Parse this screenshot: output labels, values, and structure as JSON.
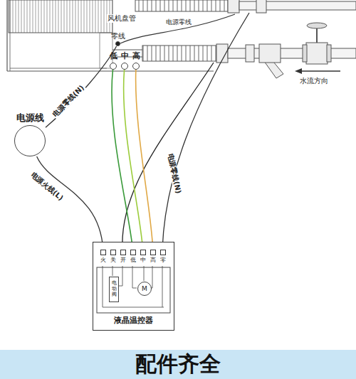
{
  "diagram": {
    "nodes": [
      {
        "text": [
          "电源线"
        ]
      },
      {
        "text": [
          "零线"
        ]
      },
      {
        "text": [
          "低"
        ]
      },
      {
        "text": [
          "中"
        ]
      },
      {
        "text": [
          "高"
        ]
      },
      {
        "text": [
          "液晶温控器"
        ]
      },
      {
        "text": [
          "火"
        ],
        "in": 5
      },
      {
        "text": [
          "关"
        ],
        "in": 5
      },
      {
        "text": [
          "开"
        ],
        "in": 5
      },
      {
        "text": [
          "低"
        ],
        "in": 5
      },
      {
        "text": [
          "中"
        ],
        "in": 5
      },
      {
        "text": [
          "高"
        ],
        "in": 5
      },
      {
        "text": [
          "零"
        ],
        "in": 5
      },
      {
        "text": [
          "电动阀"
        ],
        "in": 5
      },
      {
        "text": [
          "M"
        ],
        "in": 5
      }
    ],
    "edges": [
      {
        "from": 0,
        "to": 1,
        "label": "电源零线(N)",
        "arrow": "none"
      },
      {
        "from": 0,
        "to": 6,
        "label": "电源火线(L)",
        "arrow": "none"
      },
      {
        "from": 9,
        "to": 2,
        "arrow": "none"
      },
      {
        "from": 10,
        "to": 3,
        "arrow": "none"
      },
      {
        "from": 11,
        "to": 4,
        "arrow": "none"
      }
    ],
    "labels": [
      "风机盘管",
      "电源零线",
      "水流方向",
      "电源零线(N)",
      "配件齐全"
    ]
  }
}
